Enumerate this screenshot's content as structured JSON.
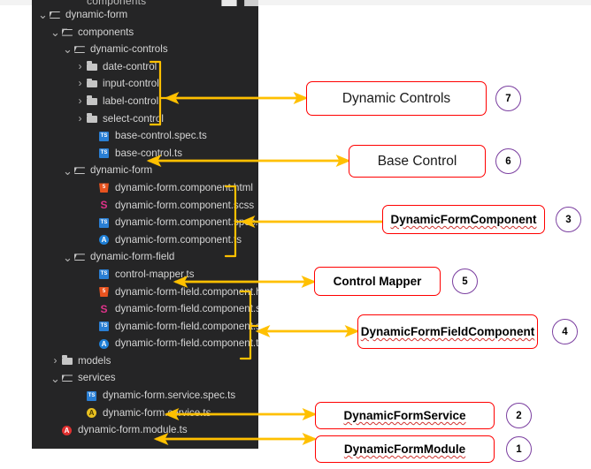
{
  "window": {
    "cutoff_row_label": "components",
    "panel_background": "#252526"
  },
  "explorer": {
    "rows": [
      {
        "label": "dynamic-form",
        "indent": 0,
        "chevron": "chevron-down",
        "icon": "folder-open",
        "icon_name": "folder-open-icon"
      },
      {
        "label": "components",
        "indent": 1,
        "chevron": "chevron-down",
        "icon": "folder-open",
        "icon_name": "folder-open-icon"
      },
      {
        "label": "dynamic-controls",
        "indent": 2,
        "chevron": "chevron-down",
        "icon": "folder-open",
        "icon_name": "folder-open-icon"
      },
      {
        "label": "date-control",
        "indent": 3,
        "chevron": "chevron-right",
        "icon": "folder-closed",
        "icon_name": "folder-closed-icon"
      },
      {
        "label": "input-control",
        "indent": 3,
        "chevron": "chevron-right",
        "icon": "folder-closed",
        "icon_name": "folder-closed-icon"
      },
      {
        "label": "label-control",
        "indent": 3,
        "chevron": "chevron-right",
        "icon": "folder-closed",
        "icon_name": "folder-closed-icon"
      },
      {
        "label": "select-control",
        "indent": 3,
        "chevron": "chevron-right",
        "icon": "folder-closed",
        "icon_name": "folder-closed-icon"
      },
      {
        "label": "base-control.spec.ts",
        "indent": 4,
        "chevron": "none",
        "icon": "ts",
        "icon_name": "typescript-file-icon",
        "glyph": "TS"
      },
      {
        "label": "base-control.ts",
        "indent": 4,
        "chevron": "none",
        "icon": "ts",
        "icon_name": "typescript-file-icon",
        "glyph": "TS"
      },
      {
        "label": "dynamic-form",
        "indent": 2,
        "chevron": "chevron-down",
        "icon": "folder-open",
        "icon_name": "folder-open-icon"
      },
      {
        "label": "dynamic-form.component.html",
        "indent": 4,
        "chevron": "none",
        "icon": "html",
        "icon_name": "html-file-icon",
        "glyph": "5"
      },
      {
        "label": "dynamic-form.component.scss",
        "indent": 4,
        "chevron": "none",
        "icon": "scss",
        "icon_name": "scss-file-icon",
        "glyph": "S"
      },
      {
        "label": "dynamic-form.component.spec.ts",
        "indent": 4,
        "chevron": "none",
        "icon": "ts",
        "icon_name": "typescript-file-icon",
        "glyph": "TS"
      },
      {
        "label": "dynamic-form.component.ts",
        "indent": 4,
        "chevron": "none",
        "icon": "ng-blue",
        "icon_name": "angular-component-file-icon",
        "glyph": "A"
      },
      {
        "label": "dynamic-form-field",
        "indent": 2,
        "chevron": "chevron-down",
        "icon": "folder-open",
        "icon_name": "folder-open-icon"
      },
      {
        "label": "control-mapper.ts",
        "indent": 4,
        "chevron": "none",
        "icon": "ts",
        "icon_name": "typescript-file-icon",
        "glyph": "TS"
      },
      {
        "label": "dynamic-form-field.component.html",
        "indent": 4,
        "chevron": "none",
        "icon": "html",
        "icon_name": "html-file-icon",
        "glyph": "5"
      },
      {
        "label": "dynamic-form-field.component.scss",
        "indent": 4,
        "chevron": "none",
        "icon": "scss",
        "icon_name": "scss-file-icon",
        "glyph": "S"
      },
      {
        "label": "dynamic-form-field.component.spec.ts",
        "indent": 4,
        "chevron": "none",
        "icon": "ts",
        "icon_name": "typescript-file-icon",
        "glyph": "TS"
      },
      {
        "label": "dynamic-form-field.component.ts",
        "indent": 4,
        "chevron": "none",
        "icon": "ng-blue",
        "icon_name": "angular-component-file-icon",
        "glyph": "A"
      },
      {
        "label": "models",
        "indent": 1,
        "chevron": "chevron-right",
        "icon": "folder-closed",
        "icon_name": "folder-closed-icon"
      },
      {
        "label": "services",
        "indent": 1,
        "chevron": "chevron-down",
        "icon": "folder-open",
        "icon_name": "folder-open-icon"
      },
      {
        "label": "dynamic-form.service.spec.ts",
        "indent": 3,
        "chevron": "none",
        "icon": "ts",
        "icon_name": "typescript-file-icon",
        "glyph": "TS"
      },
      {
        "label": "dynamic-form.service.ts",
        "indent": 3,
        "chevron": "none",
        "icon": "ng-yellow",
        "icon_name": "angular-service-file-icon",
        "glyph": "A"
      },
      {
        "label": "dynamic-form.module.ts",
        "indent": 1,
        "chevron": "none",
        "icon": "ng-red",
        "icon_name": "angular-module-file-icon",
        "glyph": "A"
      }
    ]
  },
  "annotations": {
    "accent_arrow_color": "#FFC000",
    "box_border_color": "#FF0000",
    "badge_border_color": "#7B3FA0",
    "items": [
      {
        "label": "Dynamic Controls",
        "number": "7",
        "style": "plain"
      },
      {
        "label": "Base Control",
        "number": "6",
        "style": "plain"
      },
      {
        "label": "DynamicFormComponent",
        "number": "3",
        "style": "bold"
      },
      {
        "label": "Control Mapper",
        "number": "5",
        "style": "bold"
      },
      {
        "label": "DynamicFormFieldComponent",
        "number": "4",
        "style": "bold"
      },
      {
        "label": "DynamicFormService",
        "number": "2",
        "style": "bold"
      },
      {
        "label": "DynamicFormModule",
        "number": "1",
        "style": "bold"
      }
    ]
  }
}
